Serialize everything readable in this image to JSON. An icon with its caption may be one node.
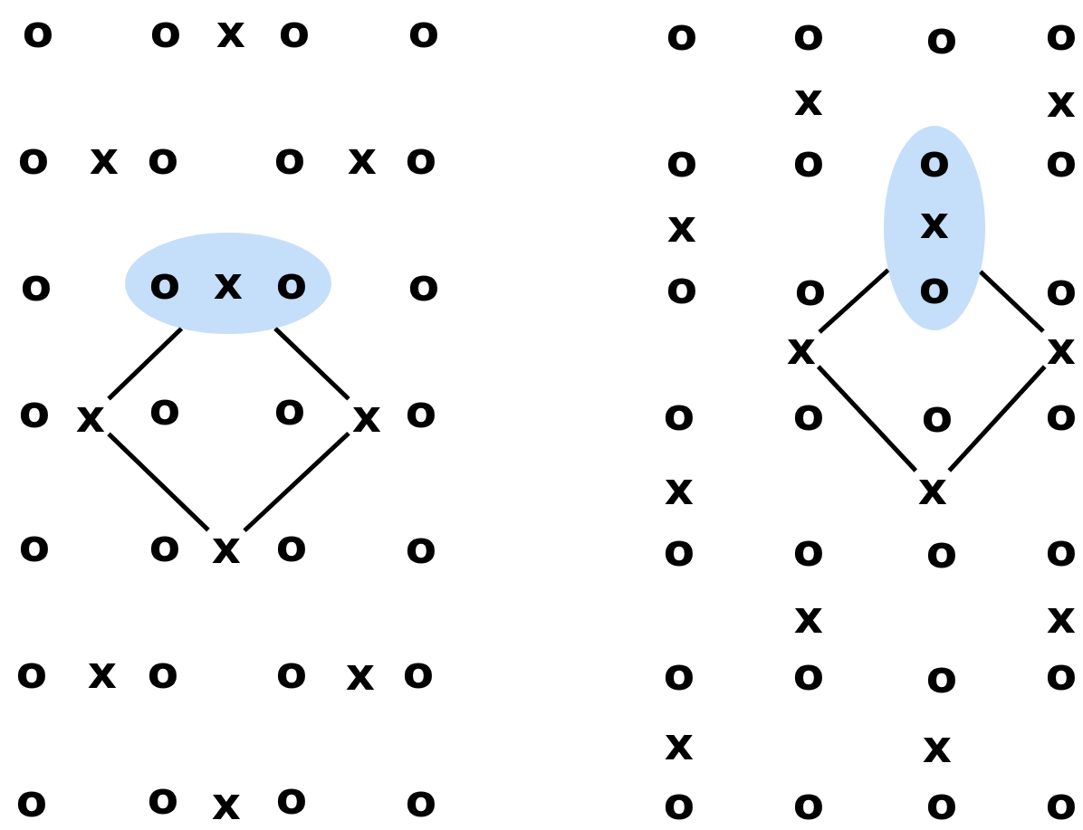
{
  "diagram": {
    "nodes": [
      {
        "text": [
          "o",
          "x",
          "o"
        ]
      },
      {
        "text": [
          "x"
        ]
      },
      {
        "text": [
          "x"
        ]
      },
      {
        "text": [
          "x"
        ]
      },
      {
        "text": [
          "o",
          "x",
          "o"
        ]
      },
      {
        "text": [
          "x"
        ]
      },
      {
        "text": [
          "x"
        ]
      },
      {
        "text": [
          "x"
        ]
      }
    ],
    "edges": [
      {
        "from": 0,
        "to": 1,
        "arrow": "none"
      },
      {
        "from": 0,
        "to": 2,
        "arrow": "none"
      },
      {
        "from": 1,
        "to": 3,
        "arrow": "none"
      },
      {
        "from": 2,
        "to": 3,
        "arrow": "none"
      },
      {
        "from": 4,
        "to": 5,
        "arrow": "none"
      },
      {
        "from": 4,
        "to": 6,
        "arrow": "none"
      },
      {
        "from": 5,
        "to": 7,
        "arrow": "none"
      },
      {
        "from": 6,
        "to": 7,
        "arrow": "none"
      }
    ],
    "labels": [
      "o",
      "o",
      "x",
      "o",
      "o",
      "o",
      "x",
      "o",
      "o",
      "x",
      "o",
      "o",
      "o",
      "o",
      "o",
      "o",
      "o",
      "o",
      "o",
      "o",
      "o",
      "o",
      "x",
      "o",
      "o",
      "x",
      "o",
      "o",
      "o",
      "x",
      "o",
      "o",
      "o",
      "o",
      "o",
      "o",
      "x",
      "x",
      "o",
      "o",
      "o",
      "x",
      "o",
      "o",
      "o",
      "o",
      "o",
      "o",
      "o",
      "x",
      "o",
      "o",
      "o",
      "o",
      "x",
      "x",
      "o",
      "o",
      "o",
      "o",
      "x",
      "x",
      "o",
      "o",
      "o",
      "o"
    ]
  }
}
